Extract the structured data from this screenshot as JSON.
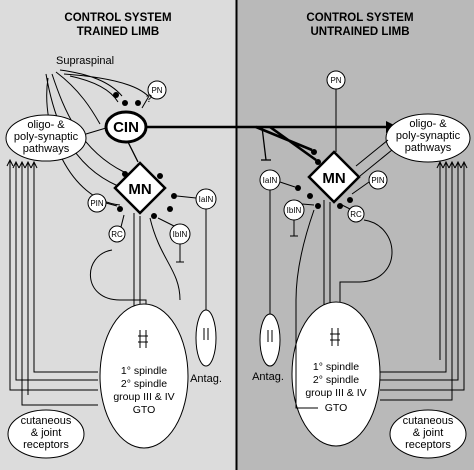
{
  "left_panel": {
    "header_line1": "CONTROL SYSTEM",
    "header_line2": "TRAINED LIMB",
    "supraspinal": "Supraspinal",
    "pn": "PN",
    "question": "?",
    "cin": "CIN",
    "pathways_line1": "oligo- &",
    "pathways_line2": "poly-synaptic",
    "pathways_line3": "pathways",
    "mn": "MN",
    "pin": "PIN",
    "iain": "IaIN",
    "rc": "RC",
    "ibin": "IbIN",
    "muscle_line1": "1° spindle",
    "muscle_line2": "2° spindle",
    "muscle_line3": "group III & IV",
    "muscle_line4": "GTO",
    "antag": "Antag.",
    "receptors_line1": "cutaneous",
    "receptors_line2": "& joint",
    "receptors_line3": "receptors"
  },
  "right_panel": {
    "header_line1": "CONTROL SYSTEM",
    "header_line2": "UNTRAINED LIMB",
    "pn": "PN",
    "pathways_line1": "oligo- &",
    "pathways_line2": "poly-synaptic",
    "pathways_line3": "pathways",
    "mn": "MN",
    "iain": "IaIN",
    "pin": "PIN",
    "ibin": "IbIN",
    "rc": "RC",
    "muscle_line1": "1° spindle",
    "muscle_line2": "2° spindle",
    "muscle_line3": "group III & IV",
    "muscle_line4": "GTO",
    "antag": "Antag.",
    "receptors_line1": "cutaneous",
    "receptors_line2": "& joint",
    "receptors_line3": "receptors"
  },
  "colors": {
    "left_background": "#dcdcdc",
    "right_background": "#b9b9b9",
    "divider": "#000000"
  }
}
